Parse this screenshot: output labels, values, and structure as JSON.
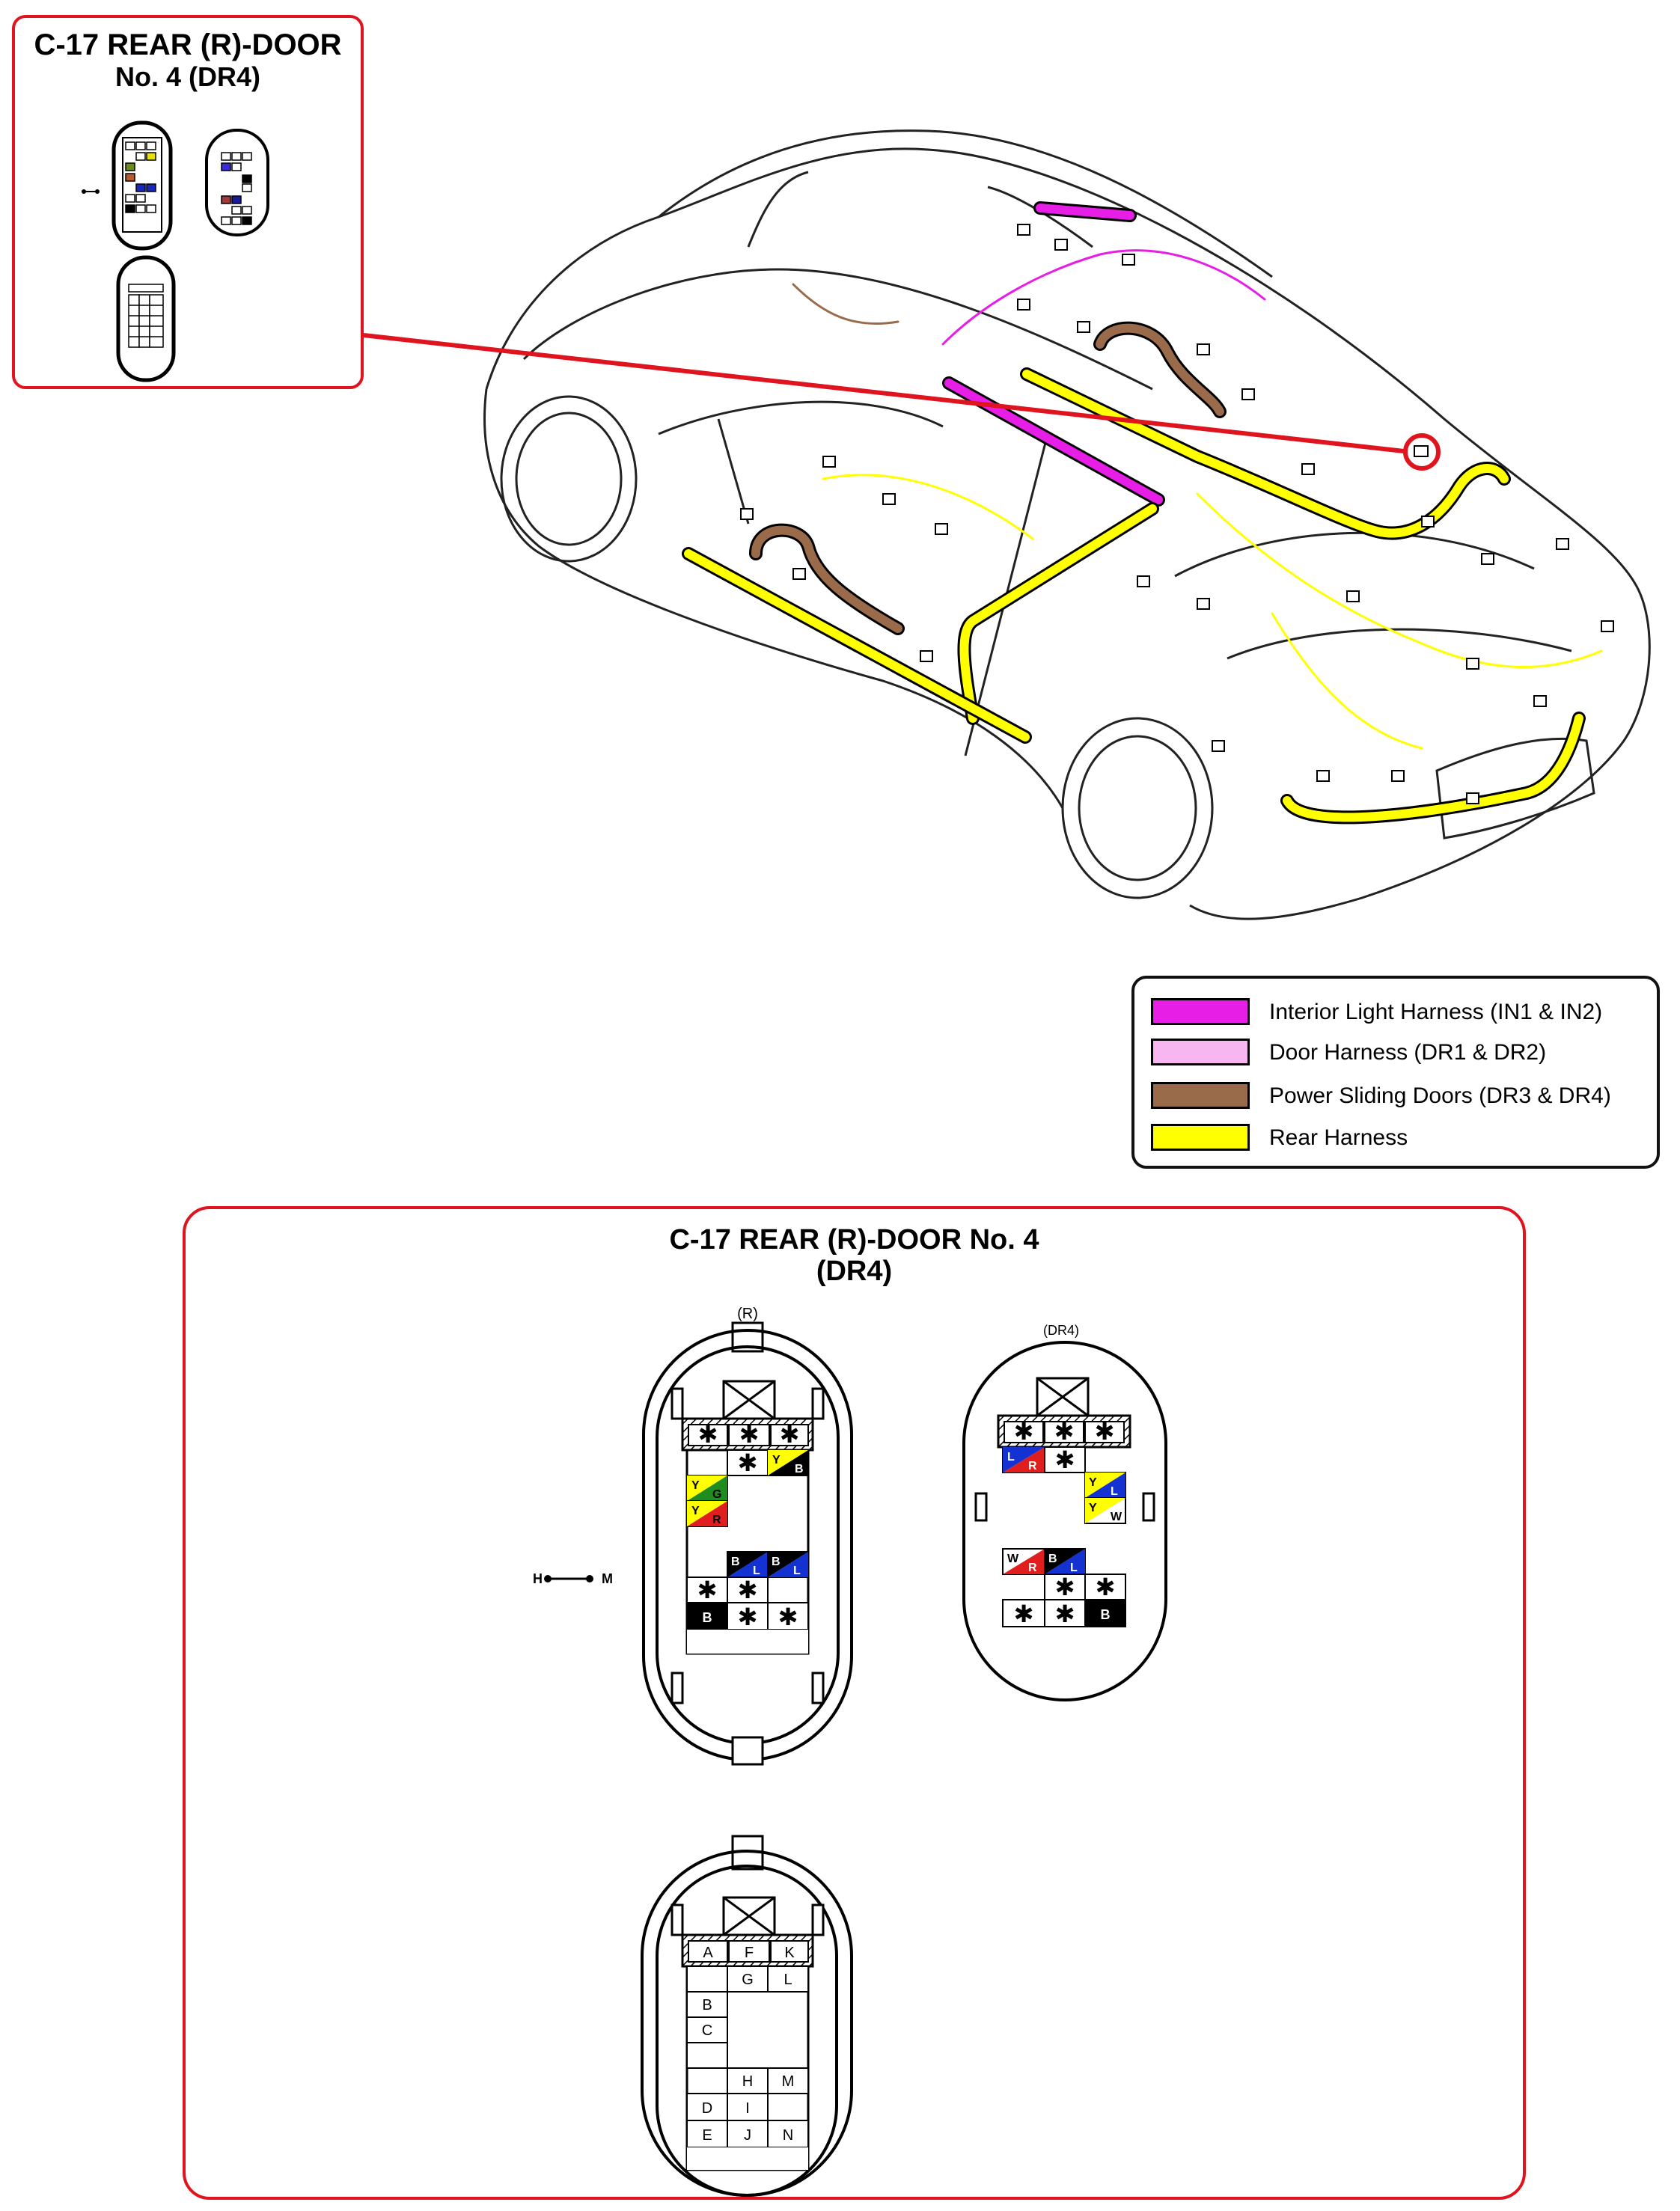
{
  "connector_title": {
    "line1": "C-17 REAR (R)-DOOR",
    "line2": "No. 4 (DR4)"
  },
  "detail_title": {
    "line1": "C-17 REAR (R)-DOOR No. 4",
    "line2": "(DR4)"
  },
  "legend": {
    "items": [
      {
        "label": "Interior Light Harness (IN1 & IN2)",
        "color": "#e61ee6"
      },
      {
        "label": "Door Harness (DR1 & DR2)",
        "color": "#f7b6ef"
      },
      {
        "label": "Power Sliding Doors (DR3 & DR4)",
        "color": "#9a6b4a"
      },
      {
        "label": "Rear Harness",
        "color": "#ffff00"
      }
    ]
  },
  "connectors": {
    "r_label": "(R)",
    "dr4_label": "(DR4)",
    "shorting": {
      "left": "H",
      "right": "M"
    },
    "star": "✱",
    "wire_letters": {
      "y": "Y",
      "g": "G",
      "r": "R",
      "b": "B",
      "l": "L",
      "w": "W"
    },
    "pin_letters": [
      "A",
      "F",
      "K",
      "G",
      "L",
      "B",
      "C",
      "H",
      "M",
      "D",
      "I",
      "E",
      "J",
      "N"
    ]
  },
  "colors": {
    "accent_red": "#e0141e",
    "wire_yellow": "#ffff00",
    "wire_green": "#1e8c1e",
    "wire_red": "#e01e1e",
    "wire_blue": "#1432d2",
    "wire_black": "#000000"
  }
}
